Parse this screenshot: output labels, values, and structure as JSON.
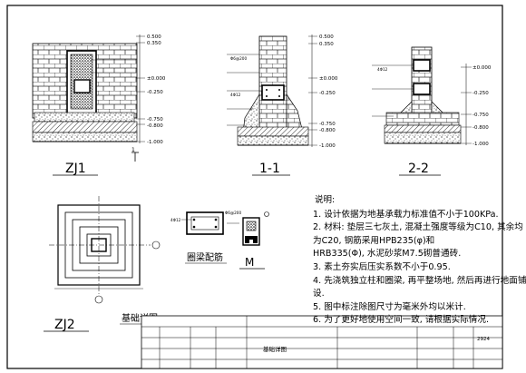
{
  "views": {
    "zj1": "ZJ1",
    "sec11": "1-1",
    "sec22": "2-2",
    "zj2": "ZJ2",
    "m": "M"
  },
  "plan_caption": "基础详图",
  "beam_caption": "圈梁配筋",
  "elevations": {
    "zj1_right": [
      "0.500",
      "0.350",
      "±0.000",
      "-0.250",
      "-0.750",
      "-0.800",
      "-1.000"
    ],
    "sec11_right": [
      "0.500",
      "0.350",
      "±0.000",
      "-0.250",
      "-0.750",
      "-0.800",
      "-1.000"
    ],
    "sec22_right": [
      "±0.000",
      "-0.250",
      "-0.750",
      "-0.800",
      "-1.000"
    ]
  },
  "rebar_labels": {
    "beam": "4Φ12",
    "stirrup": "Φ6@200",
    "tie": "4Φ12"
  },
  "notes": {
    "title": "说明:",
    "lines": [
      "1. 设计依据为地基承载力标准值不小于100KPa.",
      "2. 材料: 垫层三七灰土, 混凝土强度等级为C10, 其余均",
      "为C20, 钢筋采用HPB235(φ)和",
      "HRB335(Φ), 水泥砂浆M7.5砌普通砖.",
      "3. 素土夯实后压实系数不小于0.95.",
      "4. 先浇筑独立柱和圈梁, 再平整场地, 然后再进行地面铺",
      "设.",
      "5. 图中标注除图尺寸为毫米外均以米计.",
      "6. 为了更好地使用空间一致, 请根据实际情况."
    ]
  },
  "title_block": {
    "drawing_name": "基础详图",
    "sheet_no": "2924"
  }
}
